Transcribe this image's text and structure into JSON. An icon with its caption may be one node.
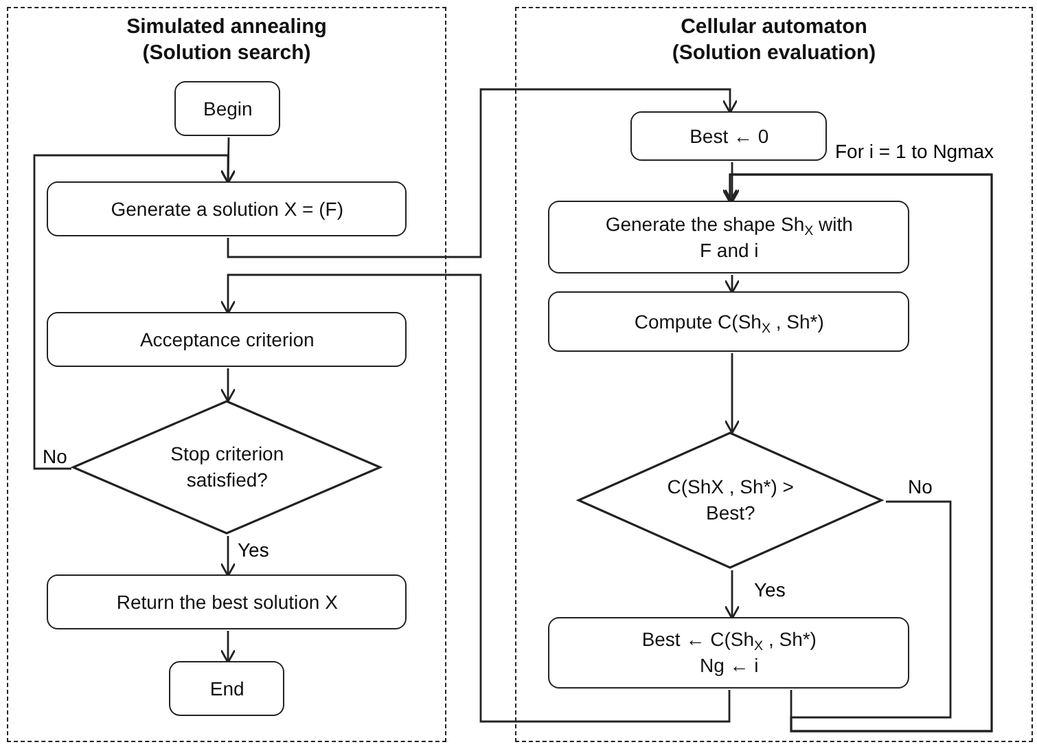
{
  "diagram": {
    "nodes": [
      {
        "text": [
          "Simulated annealing (Solution search)"
        ]
      },
      {
        "text": [
          "Begin"
        ],
        "in": 0
      },
      {
        "text": [
          "Generate a solution X = (F)"
        ],
        "in": 0
      },
      {
        "text": [
          "Acceptance criterion"
        ],
        "in": 0
      },
      {
        "text": [
          "Stop criterion satisfied?"
        ],
        "in": 0
      },
      {
        "text": [
          "Return the best solution X"
        ],
        "in": 0
      },
      {
        "text": [
          "End"
        ],
        "in": 0
      },
      {
        "text": [
          "Cellular automaton (Solution evaluation)"
        ]
      },
      {
        "text": [
          "Best ← 0"
        ],
        "in": 7
      },
      {
        "text": [
          "Generate the shape Sh$_{X}$ with F and i"
        ],
        "in": 7
      },
      {
        "text": [
          "Compute C(Sh$_{X}$ , Sh*)"
        ],
        "in": 7
      },
      {
        "text": [
          "C(ShX , Sh*) > Best?"
        ],
        "in": 7
      },
      {
        "text": [
          "Best ← C(Sh$_{X}$ , Sh*)",
          "Ng ← i"
        ],
        "in": 7
      }
    ],
    "edges": [
      {
        "from": 1,
        "to": 2,
        "arrow": "to"
      },
      {
        "from": 2,
        "to": 8,
        "arrow": "to"
      },
      {
        "from": 8,
        "to": 9,
        "arrow": "to"
      },
      {
        "from": 9,
        "to": 10,
        "arrow": "to"
      },
      {
        "from": 10,
        "to": 11,
        "arrow": "to"
      },
      {
        "from": 11,
        "to": 12,
        "arrow": "to",
        "label": "Yes"
      },
      {
        "from": 11,
        "to": 9,
        "arrow": "to",
        "label": "No"
      },
      {
        "from": 12,
        "to": 9,
        "arrow": "to"
      },
      {
        "from": 12,
        "to": 3,
        "arrow": "to"
      },
      {
        "from": 3,
        "to": 4,
        "arrow": "to"
      },
      {
        "from": 4,
        "to": 2,
        "arrow": "to",
        "label": "No"
      },
      {
        "from": 4,
        "to": 5,
        "arrow": "to",
        "label": "Yes"
      },
      {
        "from": 5,
        "to": 6,
        "arrow": "to"
      }
    ],
    "labels": [
      "For i = 1 to Ngmax"
    ]
  }
}
